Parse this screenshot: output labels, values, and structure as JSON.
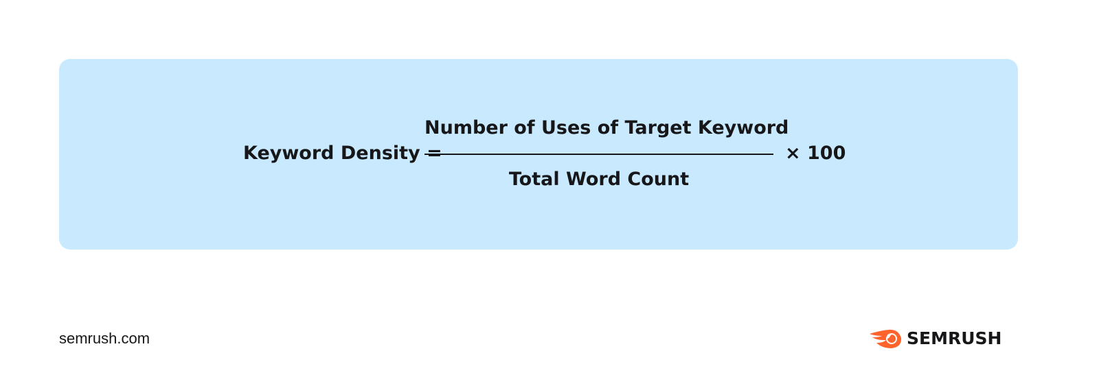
{
  "formula": {
    "lhs": "Keyword Density =",
    "numerator": "Number of Uses of Target Keyword",
    "denominator": "Total Word Count",
    "multiplier": "× 100"
  },
  "footer": {
    "site_url": "semrush.com",
    "brand_name": "SEMRUSH",
    "brand_color": "#ff642d"
  },
  "colors": {
    "card_background": "#c9eafe",
    "text": "#17171a"
  }
}
